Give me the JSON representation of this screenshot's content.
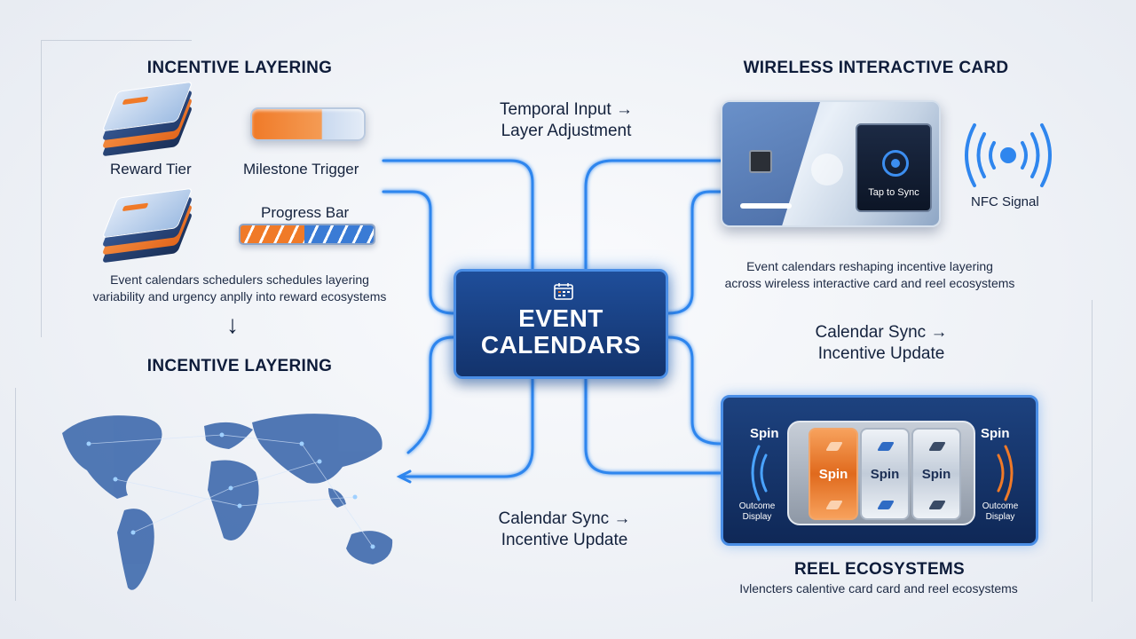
{
  "left_top": {
    "heading": "INCENTIVE LAYERING",
    "reward_tier_label": "Reward Tier",
    "milestone_trigger_label": "Milestone Trigger",
    "progress_bar_label": "Progress Bar",
    "caption_line1": "Event calendars schedulers schedules layering",
    "caption_line2": "variability and urgency anplly into reward ecosystems",
    "arrow": "↓"
  },
  "left_bottom": {
    "heading": "INCENTIVE LAYERING"
  },
  "flows": {
    "temporal_line1": "Temporal Input →",
    "temporal_line2": "Layer Adjustment",
    "sync_right_line1": "Calendar Sync →",
    "sync_right_line2": "Incentive Update",
    "sync_bottom_line1": "Calendar Sync →",
    "sync_bottom_line2": "Incentive Update"
  },
  "hub": {
    "title_line1": "EVENT",
    "title_line2": "CALENDARS",
    "icon": "calendar-icon"
  },
  "card": {
    "heading": "WIRELESS INTERACTIVE CARD",
    "tap_label": "Tap to Sync",
    "nfc_label": "NFC Signal",
    "caption_line1": "Event calendars reshaping incentive layering",
    "caption_line2": "across wireless interactive card and reel ecosystems"
  },
  "reel": {
    "spin_left": "Spin",
    "spin_right": "Spin",
    "reel1": "Spin",
    "reel2": "Spin",
    "reel3": "Spin",
    "outcome_left": "Outcome Display",
    "outcome_right": "Outcome Display",
    "heading": "REEL ECOSYSTEMS",
    "caption": "Ivlencters calentive card card and reel ecosystems"
  },
  "colors": {
    "accent_blue": "#3c8ef0",
    "accent_orange": "#f07a28",
    "navy": "#13336c"
  }
}
